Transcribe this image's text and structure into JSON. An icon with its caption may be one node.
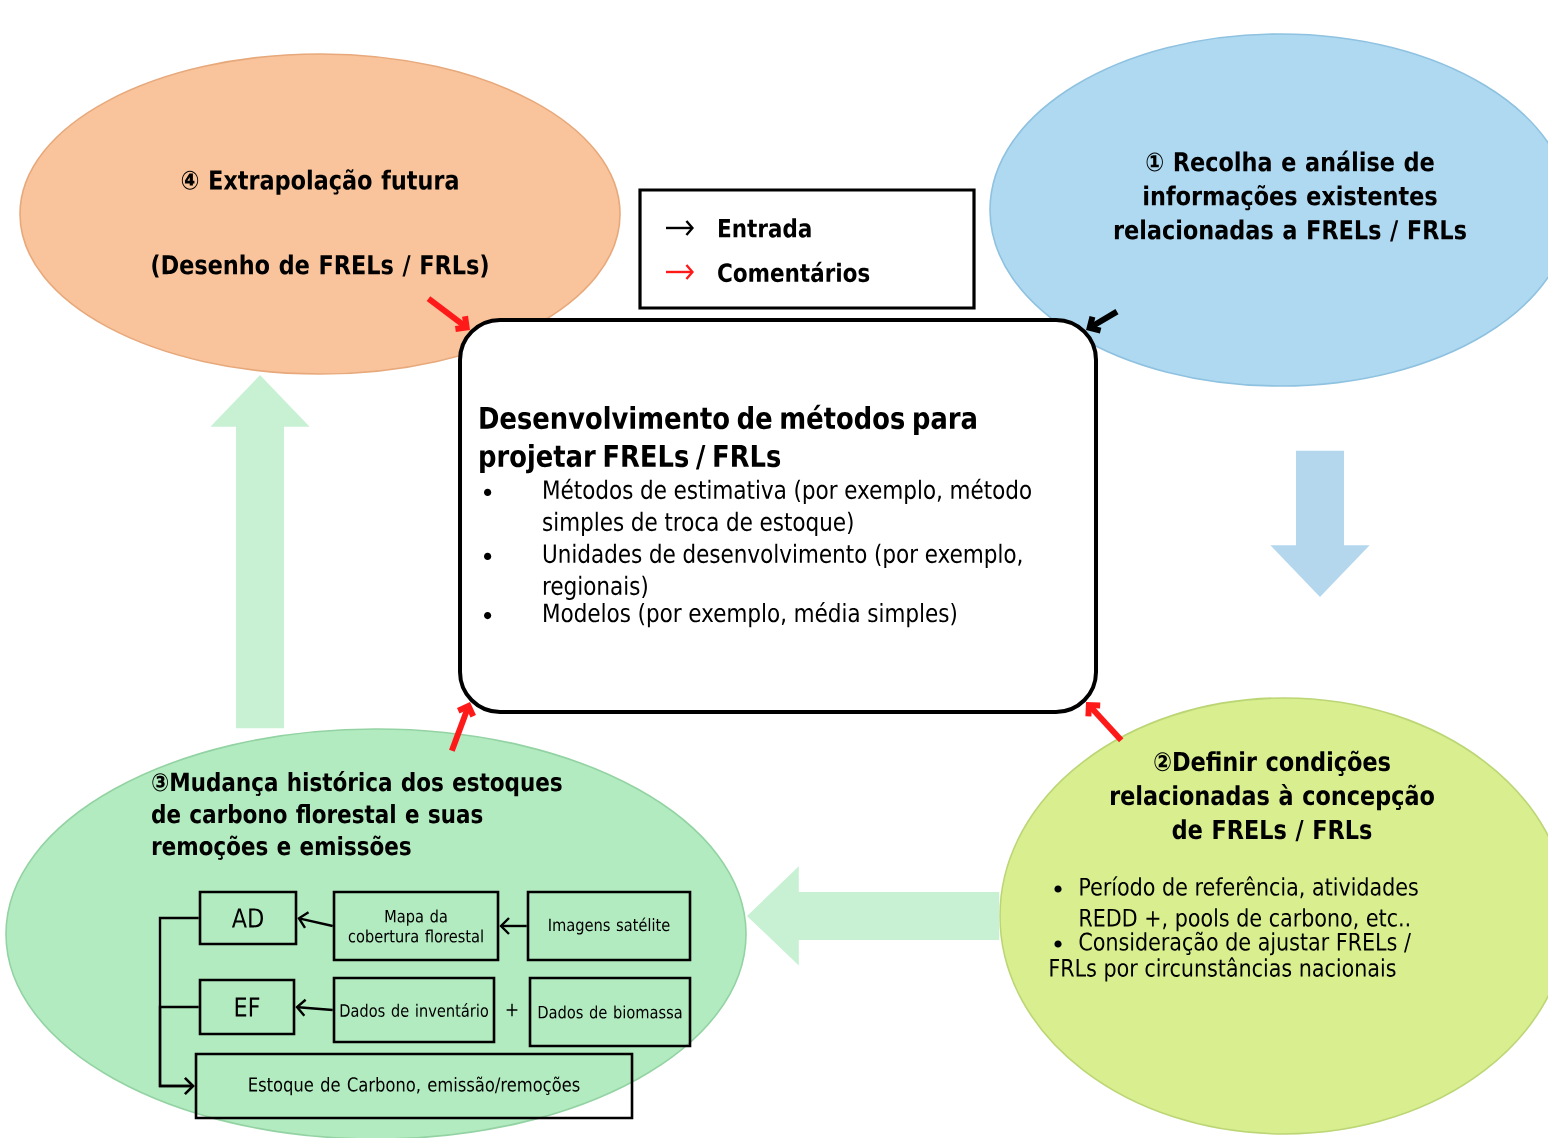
{
  "diagram": {
    "nodes": [
      {
        "text": [
          "④ Extrapolação futura",
          "(Desenho de FRELs / FRLs)"
        ]
      },
      {
        "text": [
          "① Recolha e análise de informações existentes relacionadas a FRELs / FRLs"
        ]
      },
      {
        "text": [
          "Desenvolvimento de métodos para projetar FRELs / FRLs",
          "Métodos de estimativa (por exemplo, método simples de troca de estoque)",
          "Unidades de desenvolvimento (por exemplo, regionais)",
          "Modelos (por exemplo, média simples)"
        ]
      },
      {
        "text": [
          "③Mudança histórica dos estoques de carbono florestal e suas remoções e emissões"
        ]
      },
      {
        "text": [
          "AD"
        ],
        "in": 3
      },
      {
        "text": [
          "Mapa da cobertura florestal"
        ],
        "in": 3
      },
      {
        "text": [
          "Imagens satélite"
        ],
        "in": 3
      },
      {
        "text": [
          "EF"
        ],
        "in": 3
      },
      {
        "text": [
          "Dados de inventário"
        ],
        "in": 3
      },
      {
        "text": [
          "Dados de biomassa"
        ],
        "in": 3
      },
      {
        "text": [
          "Estoque de Carbono, emissão/remoções"
        ],
        "in": 3
      },
      {
        "text": [
          "②Definir condições relacionadas à concepção de FRELs / FRLs",
          "Período de referência, atividades REDD +, pools de carbono, etc..",
          "Consideração de ajustar FRELs / FRLs por circunstâncias nacionais"
        ]
      }
    ],
    "edges": [
      {
        "from": 1,
        "to": 11,
        "arrow": "to",
        "style": "thick",
        "color": "#b4d7ee"
      },
      {
        "from": 11,
        "to": 3,
        "arrow": "to",
        "style": "thick",
        "color": "#c8f1d4"
      },
      {
        "from": 3,
        "to": 0,
        "arrow": "to",
        "style": "thick",
        "color": "#c8f1d4"
      },
      {
        "from": 1,
        "to": 2,
        "arrow": "to"
      },
      {
        "from": 0,
        "to": 2,
        "arrow": "to",
        "color": "#ff1a1a"
      },
      {
        "from": 3,
        "to": 2,
        "arrow": "to",
        "color": "#ff1a1a"
      },
      {
        "from": 11,
        "to": 2,
        "arrow": "to",
        "color": "#ff1a1a"
      },
      {
        "from": 5,
        "to": 4,
        "arrow": "to"
      },
      {
        "from": 6,
        "to": 5,
        "arrow": "to"
      },
      {
        "from": 8,
        "to": 7,
        "arrow": "to"
      },
      {
        "from": 4,
        "to": 10,
        "arrow": "to"
      },
      {
        "from": 7,
        "to": 10,
        "arrow": "to"
      }
    ],
    "labels": [
      "+"
    ],
    "legend": [
      {
        "text": "Entrada"
      },
      {
        "text": "Comentários"
      }
    ]
  }
}
